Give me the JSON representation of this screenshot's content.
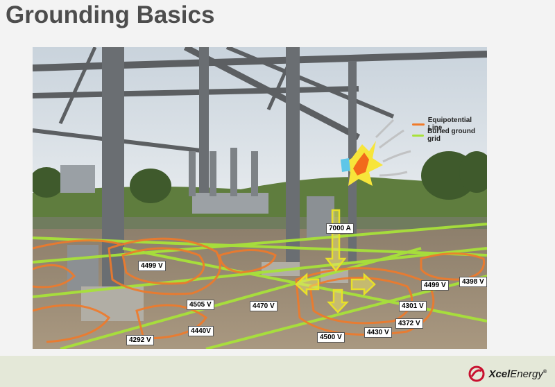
{
  "slide": {
    "title": "Grounding Basics"
  },
  "legend": {
    "items": [
      {
        "label": "Equipotential Line",
        "color": "#f07a2a"
      },
      {
        "label": "Buried ground grid",
        "color": "#a8e23a"
      }
    ]
  },
  "annotations": {
    "fault_current": "7000 A",
    "voltages": [
      "4499 V",
      "4505 V",
      "4470 V",
      "4499 V",
      "4398 V",
      "4301 V",
      "4372 V",
      "4430 V",
      "4500 V",
      "4440V",
      "4292 V"
    ]
  },
  "brand": {
    "name_bold": "Xcel",
    "name_light": "Energy",
    "reg_mark": "®",
    "logo_color": "#c8102e"
  }
}
